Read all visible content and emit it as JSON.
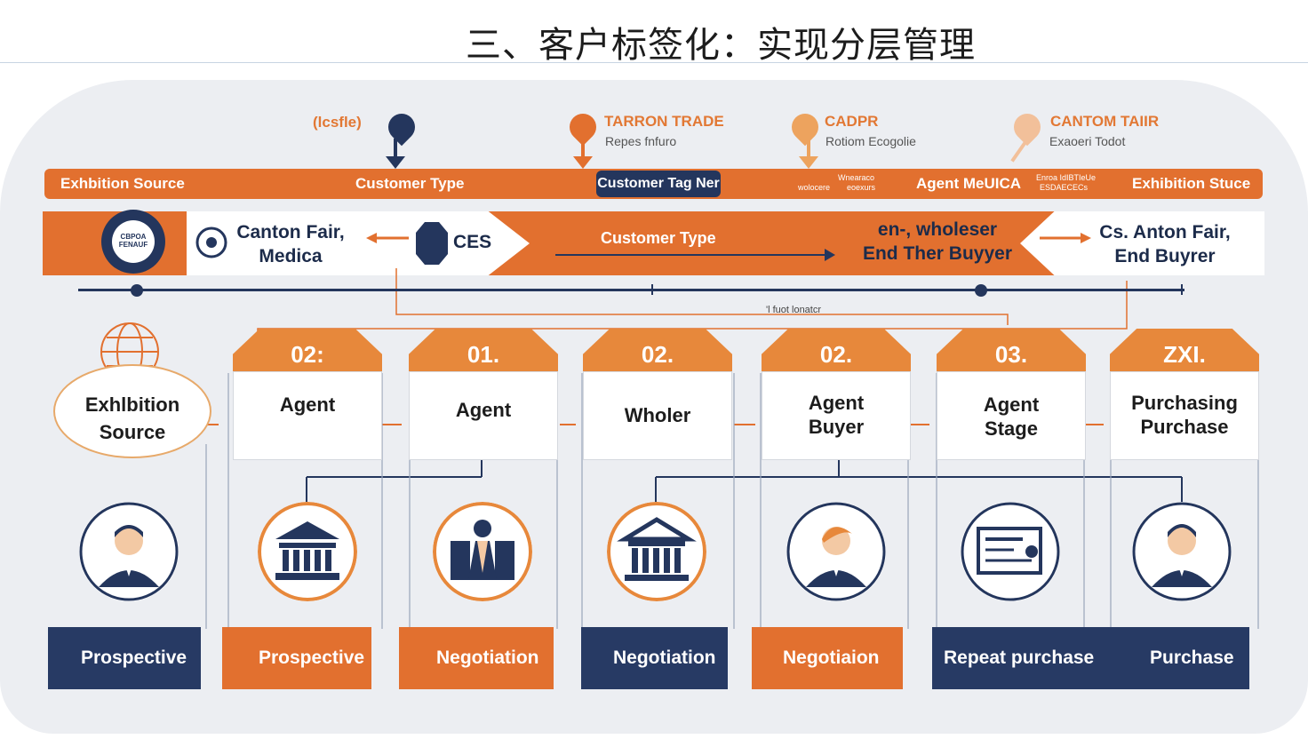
{
  "page_title": "三、客户标签化：实现分层管理",
  "markers": [
    {
      "title": "(lcsfle)",
      "subtitle": ""
    },
    {
      "title": "TARRON TRADE",
      "subtitle": "Repes fnfuro"
    },
    {
      "title": "CADPR",
      "subtitle": "Rotiom Ecogolie"
    },
    {
      "title": "CANTOM TAIIR",
      "subtitle": "Exaoeri Todot"
    }
  ],
  "band": {
    "left_label": "Exhbition Source",
    "type_label": "Customer Type",
    "tag_button": "Customer Tag Ner",
    "small_a": "wolocere",
    "small_b1": "Wnearaco",
    "small_b2": "eoexurs",
    "agent_label": "Agent MeUICA",
    "small_c1": "Enroa IdIBTIeUe",
    "small_c2": "ESDAECECs",
    "right_label": "Exhibition Stuce"
  },
  "band2": {
    "logo_text": "CBPOA FENAUF",
    "canton_line1": "Canton Fair,",
    "canton_line2": "Medica",
    "ces": "CES",
    "customer_type": "Customer Type",
    "wholeser_line1": "en-, wholeser",
    "wholeser_line2": "End Ther Buyyer",
    "right_line1": "Cs. Anton Fair,",
    "right_line2": "End Buyrer"
  },
  "connector_note": "'l fuot lonatcr",
  "source": {
    "line1": "Exhlbition",
    "line2": "Source"
  },
  "stages": [
    {
      "num": "02:",
      "line1": "Agent",
      "line2": ""
    },
    {
      "num": "01.",
      "line1": "Agent",
      "line2": ""
    },
    {
      "num": "02.",
      "line1": "Wholer",
      "line2": ""
    },
    {
      "num": "02.",
      "line1": "Agent",
      "line2": "Buyer"
    },
    {
      "num": "03.",
      "line1": "Agent",
      "line2": "Stage"
    },
    {
      "num": "ZXI.",
      "line1": "Purchasing",
      "line2": "Purchase"
    }
  ],
  "statuses": [
    {
      "label": "Prospective",
      "color": "navy"
    },
    {
      "label": "Prospective",
      "color": "orange"
    },
    {
      "label": "Negotiation",
      "color": "orange"
    },
    {
      "label": "Negotiation",
      "color": "navy"
    },
    {
      "label": "Negotiaion",
      "color": "orange"
    },
    {
      "label": "Repeat purchase",
      "color": "navy"
    },
    {
      "label": "Purchase",
      "color": "navy"
    }
  ],
  "colors": {
    "orange": "#e2702f",
    "navy": "#273a64",
    "light_orange": "#e7883b"
  },
  "icons": [
    "person-icon",
    "bank-icon",
    "merchant-icon",
    "bank-icon",
    "person-icon",
    "document-icon",
    "person-icon"
  ]
}
